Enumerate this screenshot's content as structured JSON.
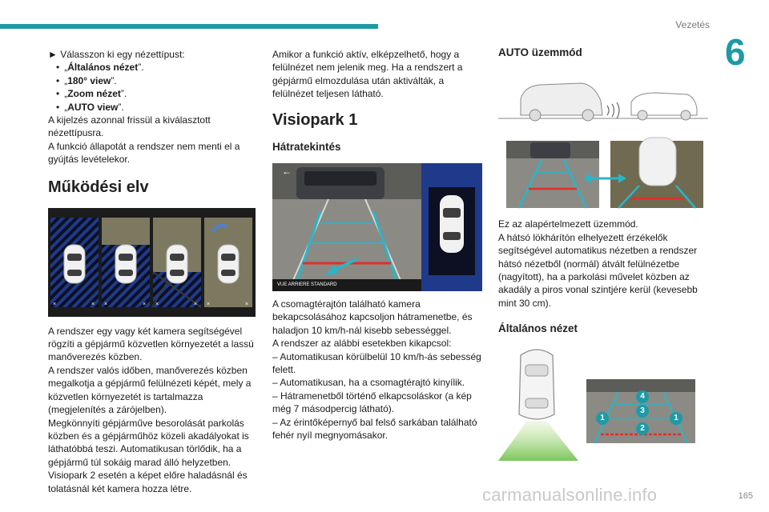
{
  "header": {
    "section": "Vezetés",
    "chapter": "6",
    "page_number": "165",
    "watermark": "carmanualsonline.info"
  },
  "col1": {
    "intro": "► Válasszon ki egy nézettípust:",
    "options": [
      {
        "pre": "„",
        "bold": "Általános nézet",
        "post": "”."
      },
      {
        "pre": "„",
        "bold": "180° view",
        "post": "”."
      },
      {
        "pre": "„",
        "bold": "Zoom nézet",
        "post": "”."
      },
      {
        "pre": "„",
        "bold": "AUTO view",
        "post": "”."
      }
    ],
    "after": [
      "A kijelzés azonnal frissül a kiválasztott nézettípusra.",
      "A funkció állapotát a rendszer nem menti el a gyújtás levételekor."
    ],
    "heading": "Működési elv",
    "body": [
      "A rendszer egy vagy két kamera segítségével rögzíti a gépjármű közvetlen környezetét a lassú manőverezés közben.",
      "A rendszer valós időben, manőverezés közben megalkotja a gépjármű felülnézeti képét, mely a közvetlen környezetét is tartalmazza (megjelenítés a zárójelben).",
      "Megkönnyíti gépjárműve besorolását parkolás közben és a gépjárműhöz közeli akadályokat is láthatóbbá teszi. Automatikusan törlődik, ha a gépjármű túl sokáig marad álló helyzetben.",
      "Visiopark 2 esetén a képet előre haladásnál és tolatásnál két kamera hozza létre."
    ]
  },
  "col2": {
    "intro": "Amikor a funkció aktív, elképzelhető, hogy a felülnézet nem jelenik meg. Ha a rendszert a gépjármű elmozdulása után aktiválták, a felülnézet teljesen látható.",
    "heading": "Visiopark 1",
    "subheading": "Hátratekintés",
    "screen_label": "VUE ARRIERE STANDARD",
    "body": [
      "A csomagtérajtón található kamera bekapcsolásához kapcsoljon hátramenetbe, és haladjon 10 km/h-nál kisebb sebességgel.",
      "A rendszer az alábbi esetekben kikapcsol:",
      "– Automatikusan körülbelül 10 km/h-ás sebesség felett.",
      "– Automatikusan, ha a csomagtérajtó kinyílik.",
      "– Hátramenetből történő elkapcsoláskor (a kép még 7 másodpercig látható).",
      "– Az érintőképernyő bal felső sarkában található fehér nyíl megnyomásakor."
    ]
  },
  "col3": {
    "heading": "AUTO üzemmód",
    "body": [
      "Ez az alapértelmezett üzemmód.",
      "A hátsó lökhárítón elhelyezett érzékelők segítségével automatikus nézetben a rendszer hátsó nézetből (normál) átvált felülnézetbe (nagyított), ha a parkolási művelet közben az akadály a piros vonal szintjére kerül (kevesebb mint 30 cm)."
    ],
    "subheading": "Általános nézet",
    "markers": [
      "1",
      "1",
      "2",
      "3",
      "4"
    ]
  },
  "colors": {
    "accent": "#1e9aa5",
    "guide_line": "#2ab5c7",
    "red_line": "#e0302c"
  }
}
